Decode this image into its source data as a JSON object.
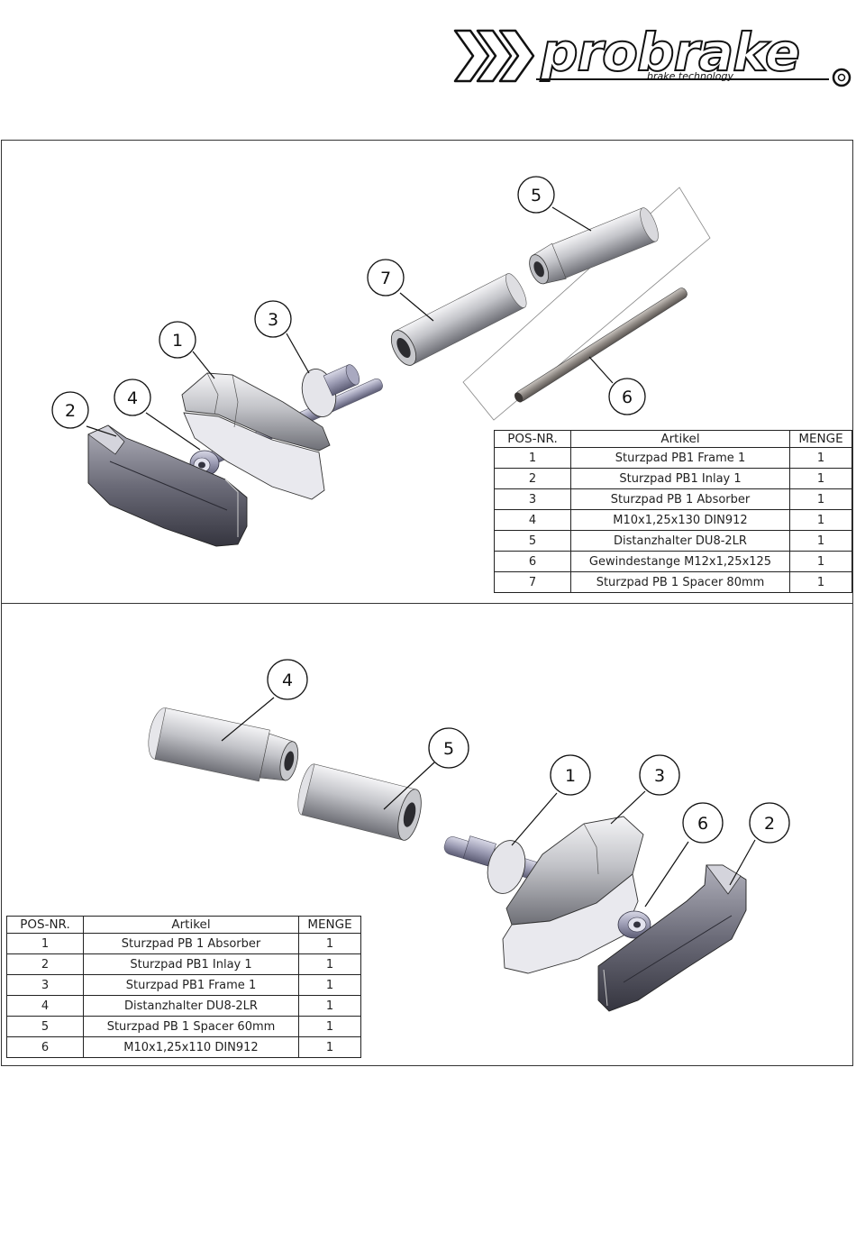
{
  "brand": {
    "name": "probrake",
    "tagline": "brake technology"
  },
  "table_headers": {
    "pos": "POS-NR.",
    "article": "Artikel",
    "qty": "MENGE"
  },
  "top_assembly": {
    "callouts": [
      "1",
      "2",
      "3",
      "4",
      "5",
      "6",
      "7"
    ],
    "parts": [
      {
        "pos": "1",
        "article": "Sturzpad PB1 Frame 1",
        "qty": "1"
      },
      {
        "pos": "2",
        "article": "Sturzpad PB1 Inlay 1",
        "qty": "1"
      },
      {
        "pos": "3",
        "article": "Sturzpad PB 1 Absorber",
        "qty": "1"
      },
      {
        "pos": "4",
        "article": "M10x1,25x130 DIN912",
        "qty": "1"
      },
      {
        "pos": "5",
        "article": "Distanzhalter DU8-2LR",
        "qty": "1"
      },
      {
        "pos": "6",
        "article": "Gewindestange M12x1,25x125",
        "qty": "1"
      },
      {
        "pos": "7",
        "article": "Sturzpad PB 1 Spacer 80mm",
        "qty": "1"
      }
    ]
  },
  "bottom_assembly": {
    "callouts": [
      "1",
      "2",
      "3",
      "4",
      "5",
      "6"
    ],
    "parts": [
      {
        "pos": "1",
        "article": "Sturzpad PB 1 Absorber",
        "qty": "1"
      },
      {
        "pos": "2",
        "article": "Sturzpad PB1 Inlay 1",
        "qty": "1"
      },
      {
        "pos": "3",
        "article": "Sturzpad PB1 Frame 1",
        "qty": "1"
      },
      {
        "pos": "4",
        "article": "Distanzhalter DU8-2LR",
        "qty": "1"
      },
      {
        "pos": "5",
        "article": "Sturzpad PB 1 Spacer 60mm",
        "qty": "1"
      },
      {
        "pos": "6",
        "article": "M10x1,25x110 DIN912",
        "qty": "1"
      }
    ]
  }
}
